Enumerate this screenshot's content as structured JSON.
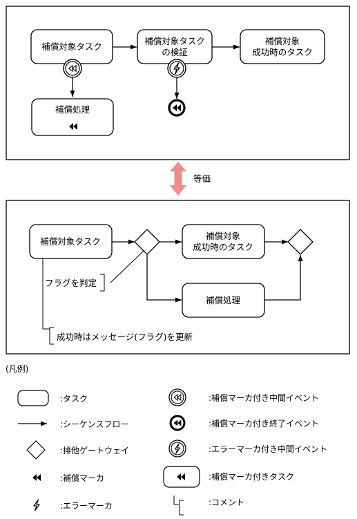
{
  "top": {
    "task_a": "補償対象タスク",
    "task_b_line1": "補償対象タスク",
    "task_b_line2": "の検証",
    "task_c_line1": "補償対象",
    "task_c_line2": "成功時のタスク",
    "comp_task": "補償処理"
  },
  "equivalence": {
    "label": "等価",
    "color": "#f08c8c"
  },
  "bottom": {
    "task_a": "補償対象タスク",
    "task_c_line1": "補償対象",
    "task_c_line2": "成功時のタスク",
    "comp_task": "補償処理",
    "comment_flag_check": "フラグを判定",
    "comment_update": "成功時はメッセージ(フラグ)を更新"
  },
  "legend": {
    "title": "(凡例)",
    "items": [
      {
        "icon": "task-shape-icon",
        "label": ":タスク"
      },
      {
        "icon": "sequence-flow-icon",
        "label": ":シーケンスフロー"
      },
      {
        "icon": "exclusive-gateway-icon",
        "label": ":排他ゲートウェイ"
      },
      {
        "icon": "compensation-marker-icon",
        "label": ":補償マーカ"
      },
      {
        "icon": "error-marker-icon",
        "label": ":エラーマーカ"
      },
      {
        "icon": "compensation-intermediate-event-icon",
        "label": ":補償マーカ付き中間イベント"
      },
      {
        "icon": "compensation-end-event-icon",
        "label": ":補償マーカ付き終了イベント"
      },
      {
        "icon": "error-intermediate-event-icon",
        "label": ":エラーマーカ付き中間イベント"
      },
      {
        "icon": "compensation-task-icon",
        "label": ":補償マーカ付きタスク"
      },
      {
        "icon": "comment-bracket-icon",
        "label": ":コメント"
      }
    ]
  }
}
